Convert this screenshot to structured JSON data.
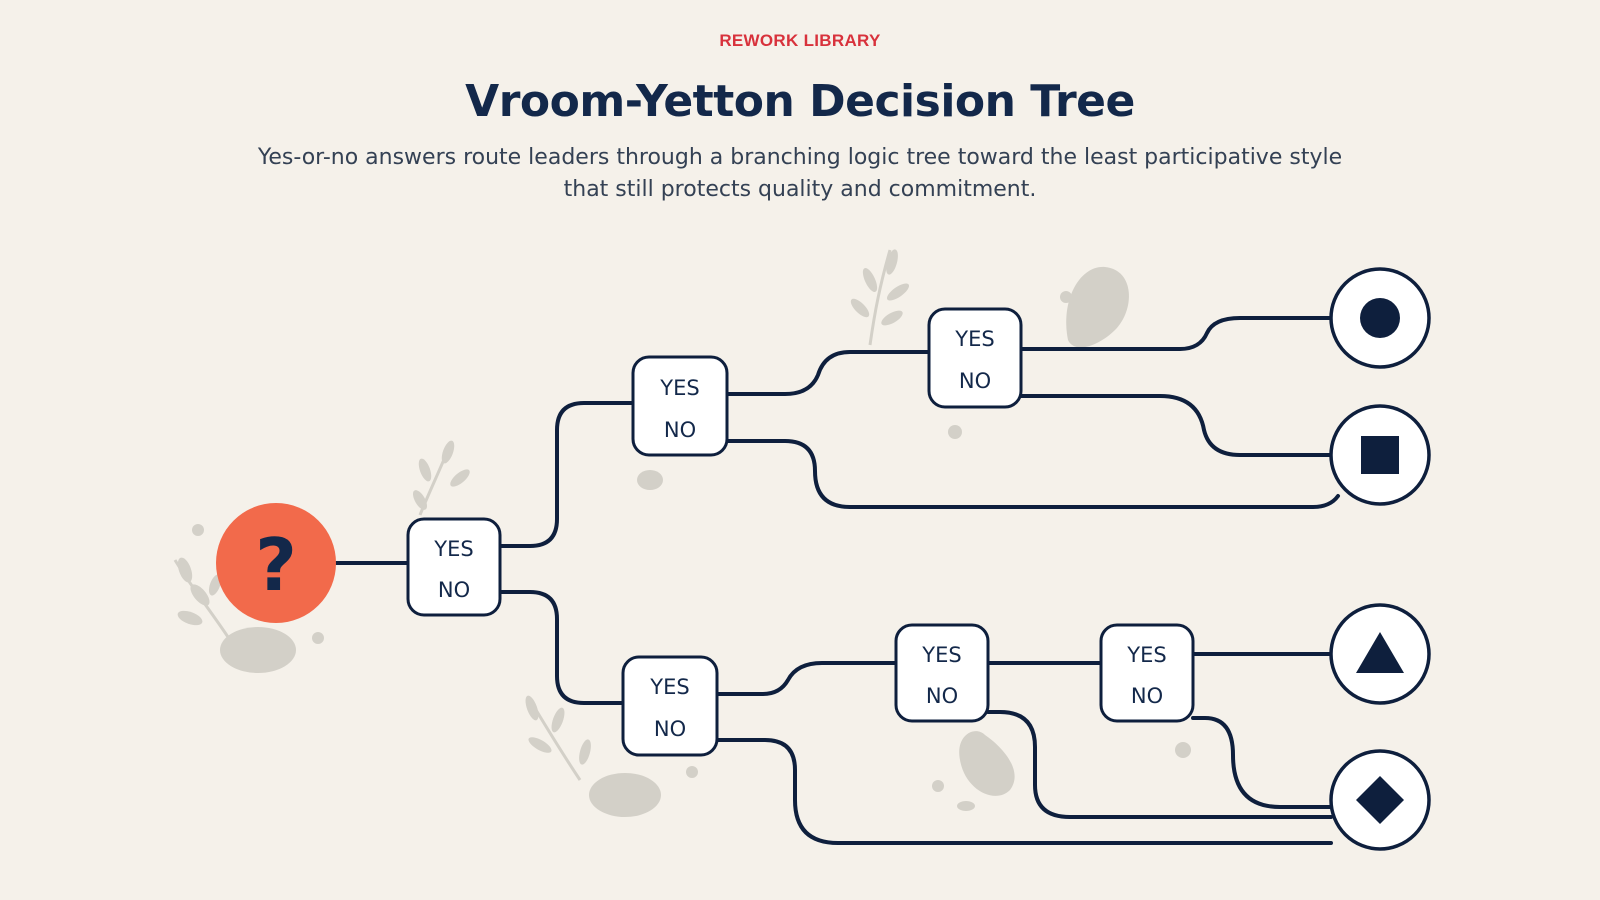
{
  "header": {
    "eyebrow": "REWORK LIBRARY",
    "title": "Vroom-Yetton Decision Tree",
    "subtitle": "Yes-or-no answers route leaders through a branching logic tree toward the least participative style that still protects quality and commitment."
  },
  "diagram": {
    "start_symbol": "?",
    "decision_nodes": [
      {
        "yes": "YES",
        "no": "NO"
      },
      {
        "yes": "YES",
        "no": "NO"
      },
      {
        "yes": "YES",
        "no": "NO"
      },
      {
        "yes": "YES",
        "no": "NO"
      },
      {
        "yes": "YES",
        "no": "NO"
      },
      {
        "yes": "YES",
        "no": "NO"
      }
    ],
    "outcomes": [
      "circle-icon",
      "square-icon",
      "triangle-icon",
      "diamond-icon"
    ]
  },
  "colors": {
    "background": "#f5f1ea",
    "accent_red": "#d8323c",
    "start_orange": "#f26a4b",
    "ink": "#0e1f3d",
    "decor": "#d3d0c8"
  }
}
